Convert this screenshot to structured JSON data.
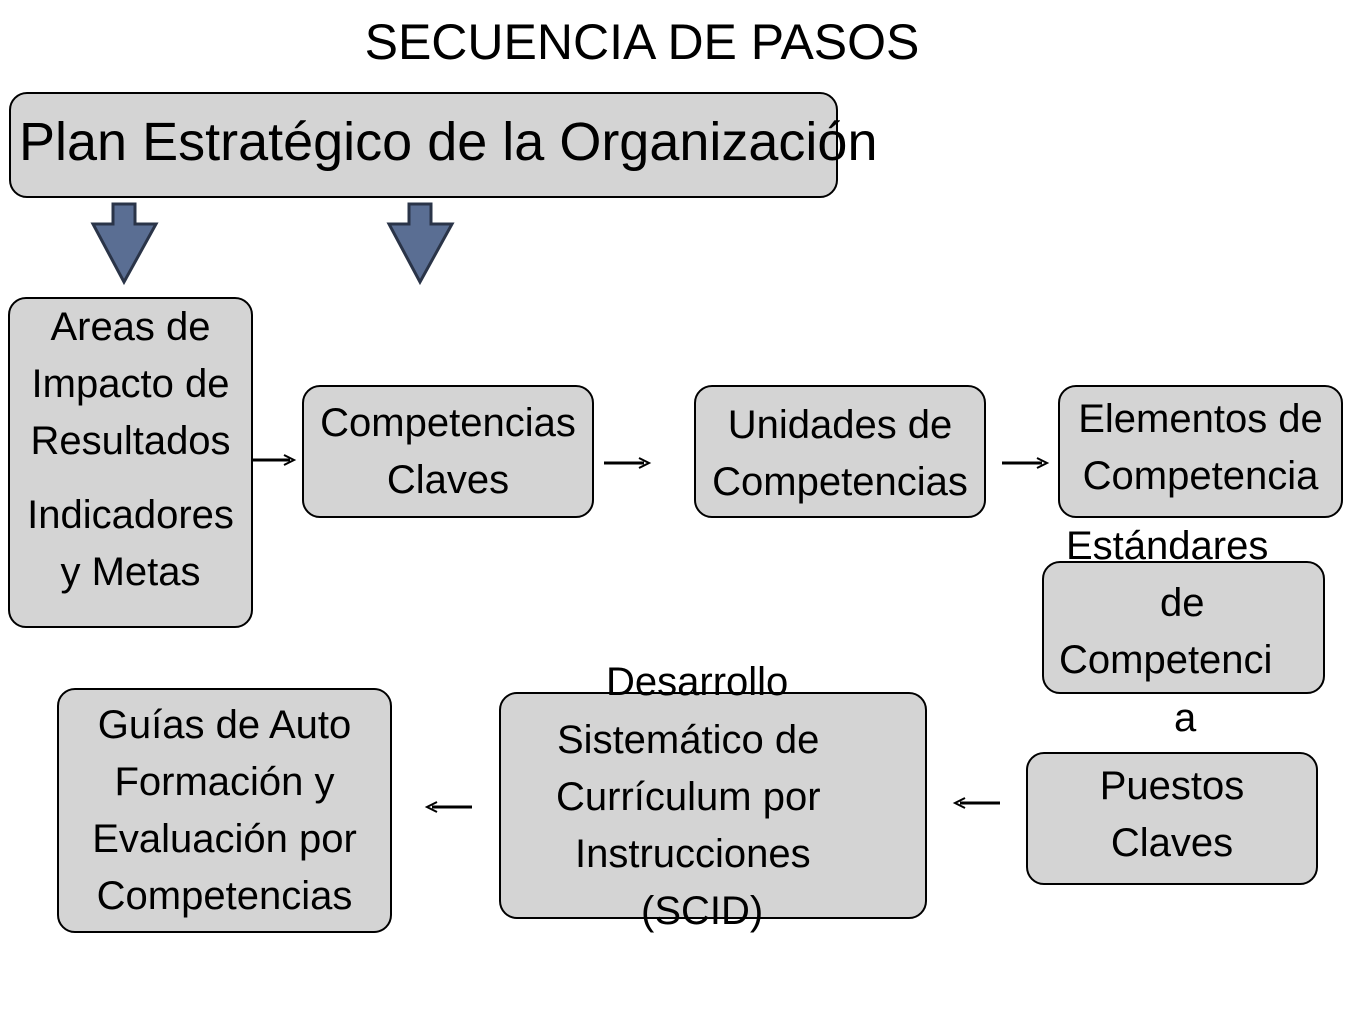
{
  "title": "SECUENCIA DE PASOS",
  "plan": "Plan Estratégico de la Organización",
  "areas": {
    "line1": "Areas de",
    "line2": "Impacto de",
    "line3": "Resultados",
    "line4": "Indicadores",
    "line5": "y Metas"
  },
  "competencias_claves": {
    "line1": "Competencias",
    "line2": "Claves"
  },
  "unidades": {
    "line1": "Unidades de",
    "line2": "Competencias"
  },
  "elementos": {
    "line1": "Elementos de",
    "line2": "Competencia"
  },
  "estandares": {
    "line1": "Estándares",
    "line2": "de",
    "line3": "Competenci",
    "line4": "a"
  },
  "puestos": {
    "line1": "Puestos",
    "line2": "Claves"
  },
  "scid": {
    "line1": "Desarrollo",
    "line2": "Sistemático de",
    "line3": "Currículum por",
    "line4": "Instrucciones",
    "line5": "(SCID)"
  },
  "guias": {
    "line1": "Guías de Auto",
    "line2": "Formación y",
    "line3": "Evaluación por",
    "line4": "Competencias"
  },
  "colors": {
    "box_fill": "#d4d4d4",
    "down_arrow_fill": "#5a6e93",
    "down_arrow_stroke": "#2a3448"
  }
}
